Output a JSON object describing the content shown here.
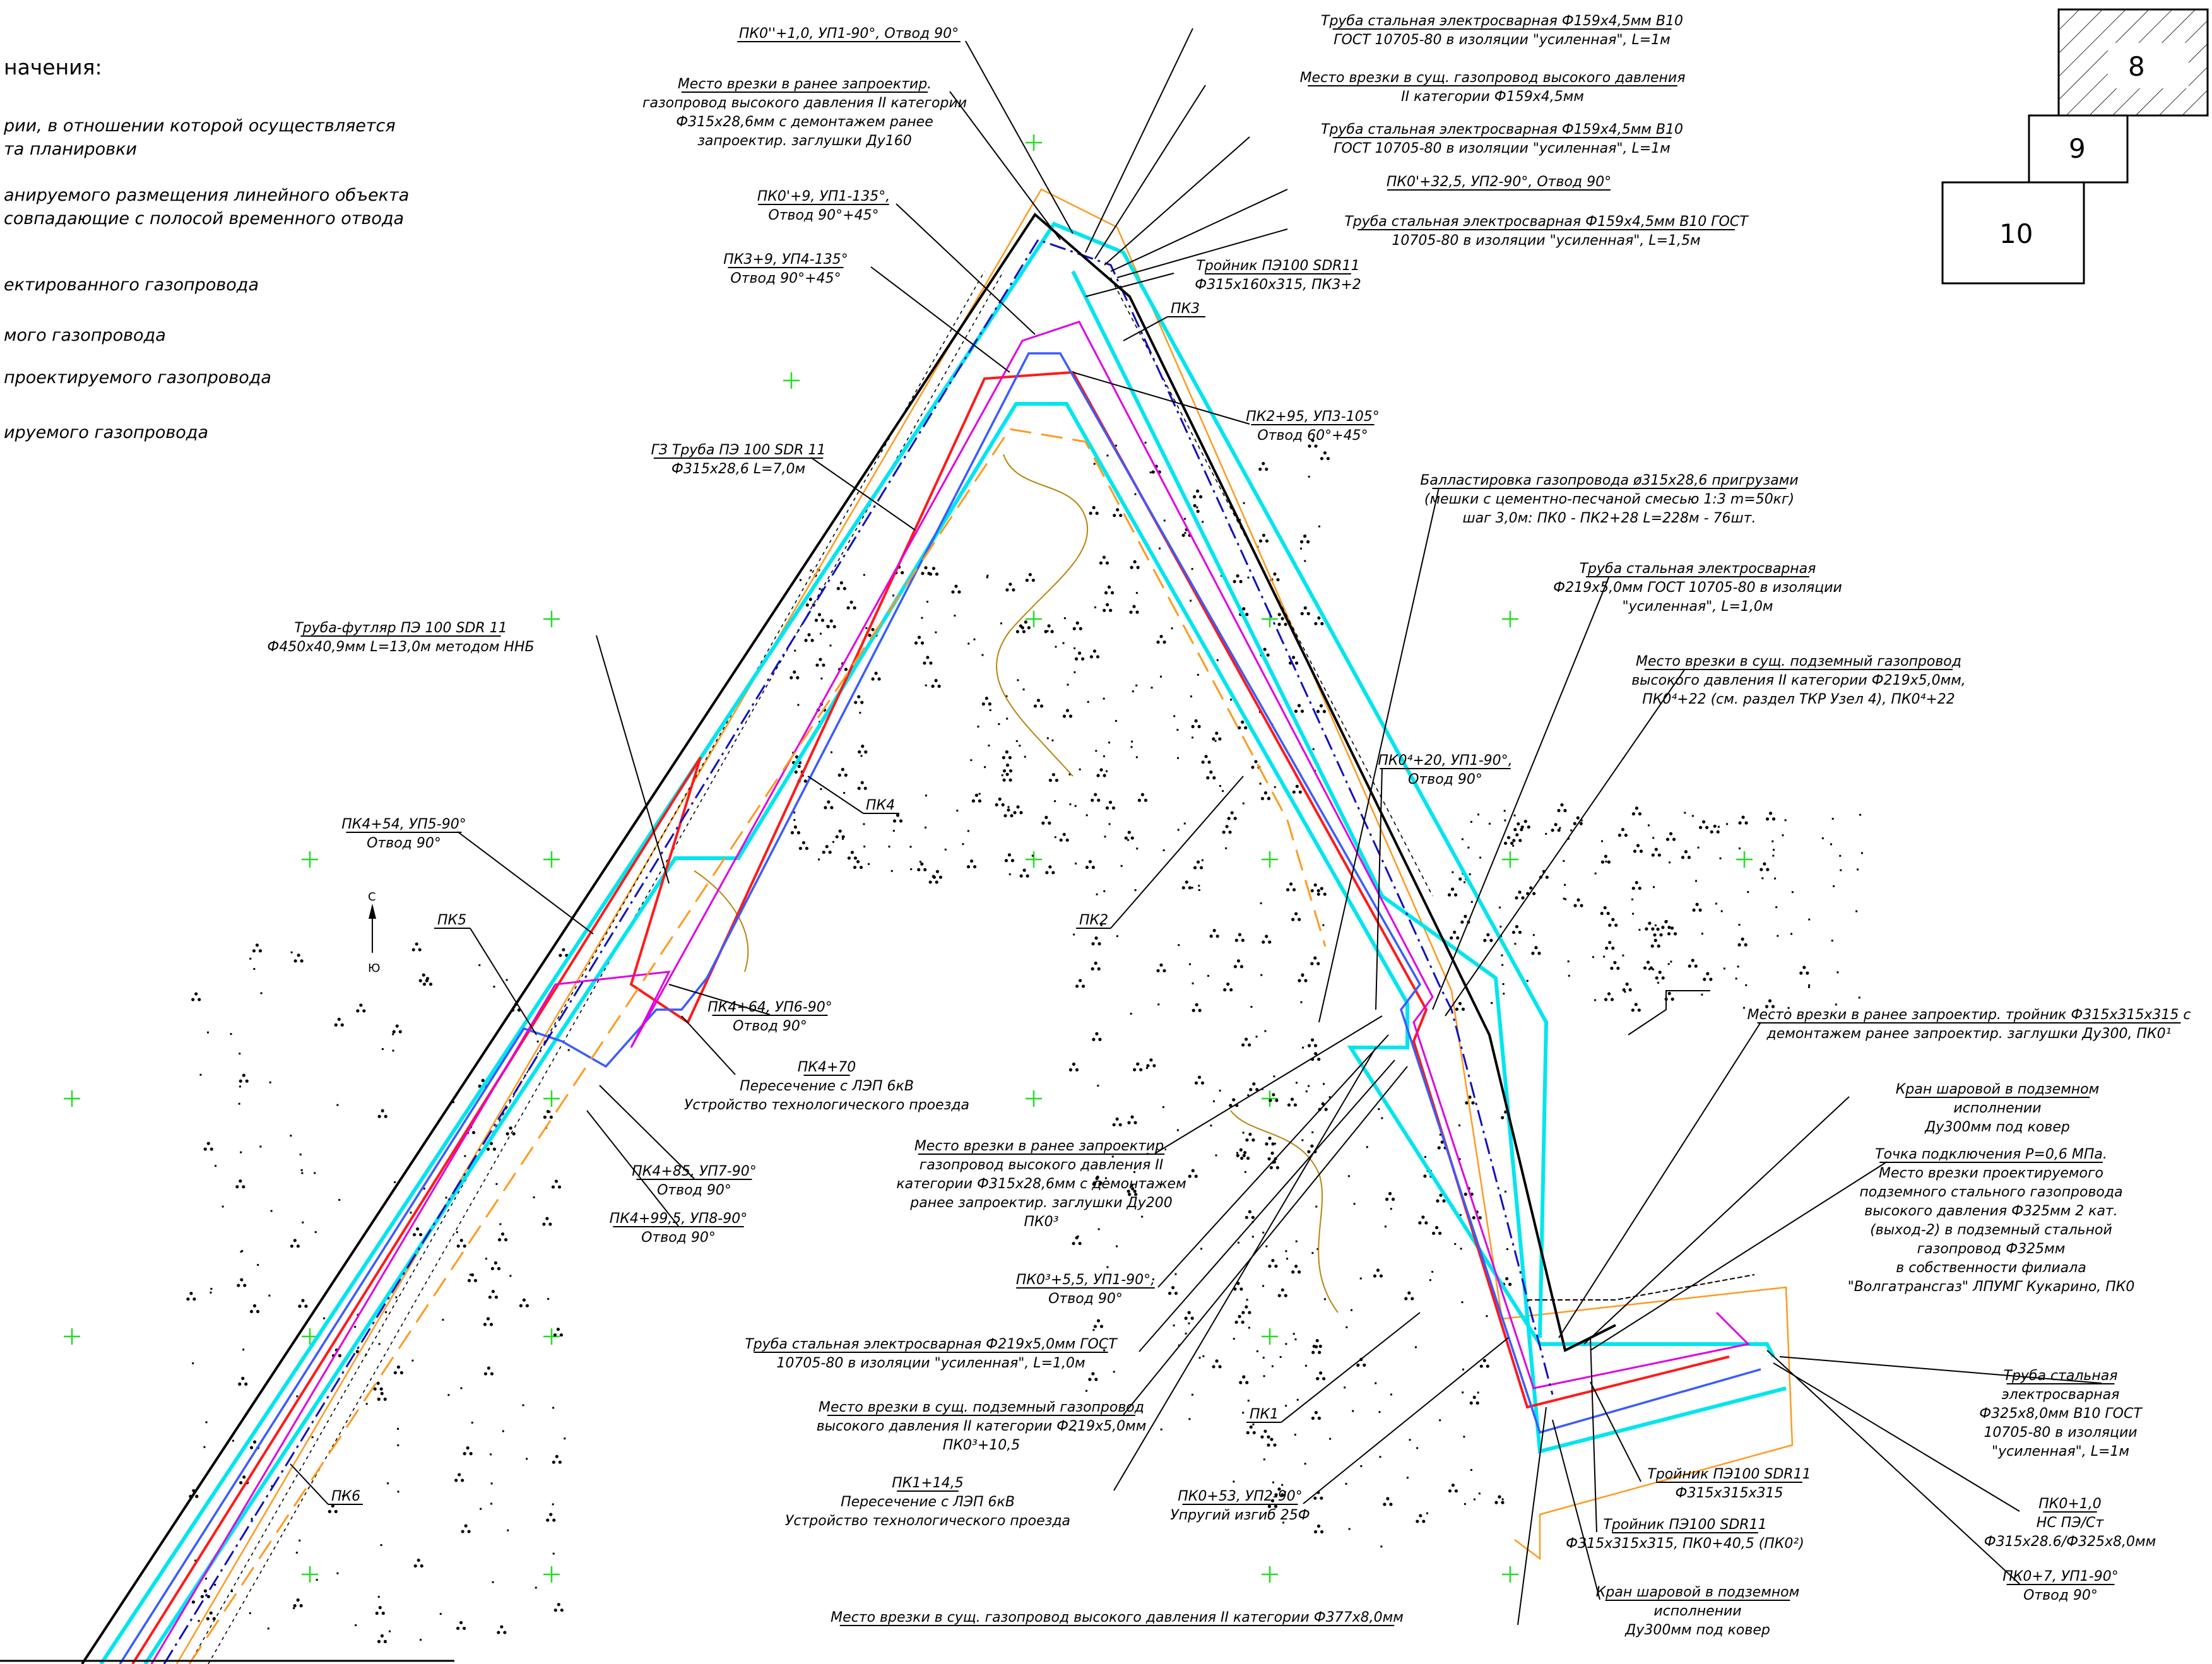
{
  "legend": {
    "header": "начения:",
    "items": [
      "рии, в отношении которой осуществляется",
      "та планировки",
      "анируемого размещения линейного объекта",
      "совпадающие с полосой временного отвода",
      "ектированного газопровода",
      "мого газопровода",
      "проектируемого газопровода",
      "ируемого газопровода"
    ]
  },
  "sheet_index": [
    "8",
    "9",
    "10"
  ],
  "compass": {
    "north": "С",
    "south": "Ю"
  },
  "stations": {
    "pk1": "ПК1",
    "pk2": "ПК2",
    "pk3": "ПК3",
    "pk4": "ПК4",
    "pk5": "ПК5",
    "pk6": "ПК6"
  },
  "callouts": {
    "c1": [
      "ПК0''+1,0, УП1-90°, Отвод 90°"
    ],
    "c2": [
      "Место врезки в ранее запроектир.",
      "газопровод высокого давления II категории",
      "Ф315х28,6мм с демонтажем ранее",
      "запроектир. заглушки Ду160"
    ],
    "c3": [
      "ПК0'+9, УП1-135°,",
      "Отвод 90°+45°"
    ],
    "c4": [
      "ПК3+9, УП4-135°",
      "Отвод 90°+45°"
    ],
    "c5": [
      "ГЗ Труба ПЭ 100 SDR 11",
      "Ф315х28,6 L=7,0м"
    ],
    "c6": [
      "Труба-футляр ПЭ 100 SDR 11",
      "Ф450х40,9мм L=13,0м методом ННБ"
    ],
    "c7": [
      "ПК4+54, УП5-90°",
      "Отвод 90°"
    ],
    "c8": [
      "ПК4+64, УП6-90°",
      "Отвод 90°"
    ],
    "c9": [
      "ПК4+70",
      "Пересечение с ЛЭП 6кВ",
      "Устройство технологического проезда"
    ],
    "c10": [
      "ПК4+85, УП7-90°",
      "Отвод 90°"
    ],
    "c11": [
      "ПК4+99,5, УП8-90°",
      "Отвод 90°"
    ],
    "c12": [
      "Труба стальная электросварная Ф159х4,5мм В10",
      "ГОСТ 10705-80 в изоляции \"усиленная\", L=1м"
    ],
    "c13": [
      "Место врезки в сущ. газопровод высокого давления",
      "II категории Ф159х4,5мм"
    ],
    "c14": [
      "Труба стальная электросварная Ф159х4,5мм В10",
      "ГОСТ 10705-80 в изоляции \"усиленная\", L=1м"
    ],
    "c15": [
      "ПК0'+32,5, УП2-90°, Отвод 90°"
    ],
    "c16": [
      "Труба стальная электросварная Ф159х4,5мм В10 ГОСТ",
      "10705-80 в изоляции \"усиленная\", L=1,5м"
    ],
    "c17": [
      "Тройник ПЭ100 SDR11",
      "Ф315х160х315, ПК3+2"
    ],
    "c18": [
      "ПК2+95, УП3-105°",
      "Отвод 60°+45°"
    ],
    "c19": [
      "Балластировка газопровода ø315х28,6 пригрузами",
      "(мешки с цементно-песчаной смесью 1:3 m=50кг)",
      "шаг 3,0м:  ПК0 - ПК2+28  L=228м  - 76шт."
    ],
    "c20": [
      "Труба стальная электросварная",
      "Ф219х5,0мм ГОСТ 10705-80 в изоляции",
      "\"усиленная\", L=1,0м"
    ],
    "c21": [
      "Место врезки в сущ. подземный газопровод",
      "высокого давления II категории Ф219х5,0мм,",
      "ПК0⁴+22 (см. раздел ТКР Узел 4), ПК0⁴+22"
    ],
    "c22": [
      "ПК0⁴+20, УП1-90°,",
      "Отвод 90°"
    ],
    "c23": [
      "Место врезки в ранее запроектир. тройник Ф315х315х315 с",
      "демонтажем ранее запроектир. заглушки Ду300, ПК0¹"
    ],
    "c24": [
      "Кран шаровой в подземном",
      "исполнении",
      "Ду300мм под ковер"
    ],
    "c25": [
      "Точка подключения  Р=0,6 МПа.",
      "Место врезки проектируемого",
      "подземного стального газопровода",
      "высокого давления Ф325мм 2 кат.",
      "(выход-2) в подземный стальной",
      "газопровод Ф325мм",
      "в собственности филиала",
      "\"Волгатрансгаз\" ЛПУМГ Кукарино, ПК0"
    ],
    "c26": [
      "Место врезки в ранее запроектир.",
      "газопровод высокого давления II",
      "категории Ф315х28,6мм с демонтажем",
      "ранее запроектир. заглушки Ду200",
      "ПК0³"
    ],
    "c27": [
      "ПК0³+5,5, УП1-90°,",
      "Отвод 90°"
    ],
    "c28": [
      "Труба стальная электросварная  Ф219х5,0мм ГОСТ",
      "10705-80 в изоляции \"усиленная\", L=1,0м"
    ],
    "c29": [
      "Место врезки в сущ. подземный газопровод",
      "высокого давления II категории Ф219х5,0мм",
      "ПК0³+10,5"
    ],
    "c30": [
      "ПК1+14,5",
      "Пересечение с ЛЭП 6кВ",
      "Устройство технологического проезда"
    ],
    "c31": [
      "ПК0+53, УП2-90°",
      "Упругий изгиб 25Ф"
    ],
    "c32": [
      "Тройник ПЭ100 SDR11",
      "Ф315х315х315"
    ],
    "c33": [
      "Тройник ПЭ100 SDR11",
      "Ф315х315х315, ПК0+40,5 (ПК0²)"
    ],
    "c34": [
      "Кран шаровой в подземном",
      "исполнении",
      "Ду300мм под ковер"
    ],
    "c35": [
      "Место врезки в сущ. газопровод высокого давления II категории Ф377х8,0мм"
    ],
    "c36": [
      "Труба стальная",
      "электросварная",
      "Ф325х8,0мм В10 ГОСТ",
      "10705-80 в изоляции",
      "\"усиленная\", L=1м"
    ],
    "c37": [
      "ПК0+1,0",
      "НС ПЭ/Ст",
      "Ф315х28.6/Ф325х8,0мм"
    ],
    "c38": [
      "ПК0+7, УП1-90°",
      "Отвод 90°"
    ]
  },
  "colors": {
    "cyan": "#00e5ee",
    "red": "#ff1a1a",
    "blue": "#3b5bff",
    "magenta": "#e000e0",
    "orange": "#ff9a1f",
    "brown": "#b8860b",
    "green_cross": "#22dd22",
    "navy": "#1010c0",
    "black": "#000000"
  }
}
